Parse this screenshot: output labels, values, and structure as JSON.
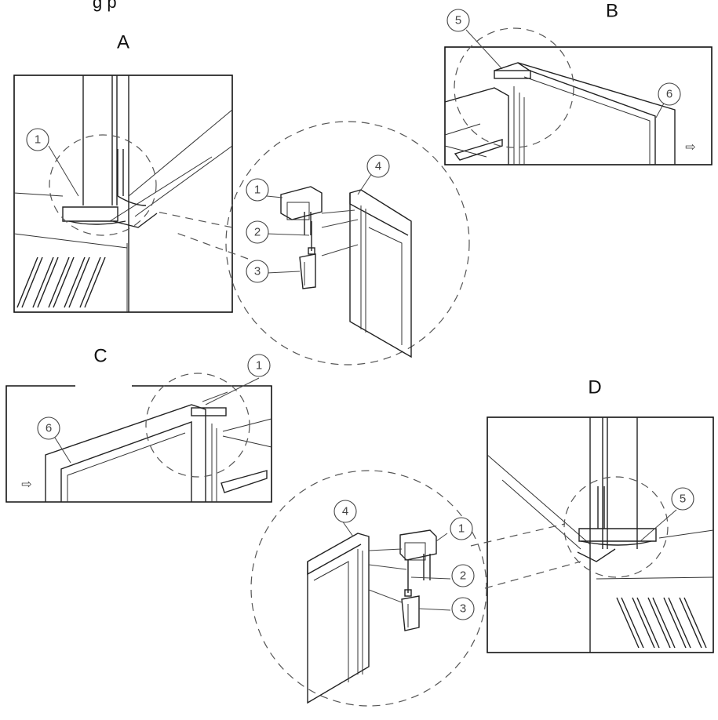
{
  "heading_fragment": "g     p",
  "panels": {
    "A": "A",
    "B": "B",
    "C": "C",
    "D": "D"
  },
  "callouts": {
    "n1": "1",
    "n2": "2",
    "n3": "3",
    "n4": "4",
    "n5": "5",
    "n6": "6"
  },
  "arrow_glyph": "⇨"
}
